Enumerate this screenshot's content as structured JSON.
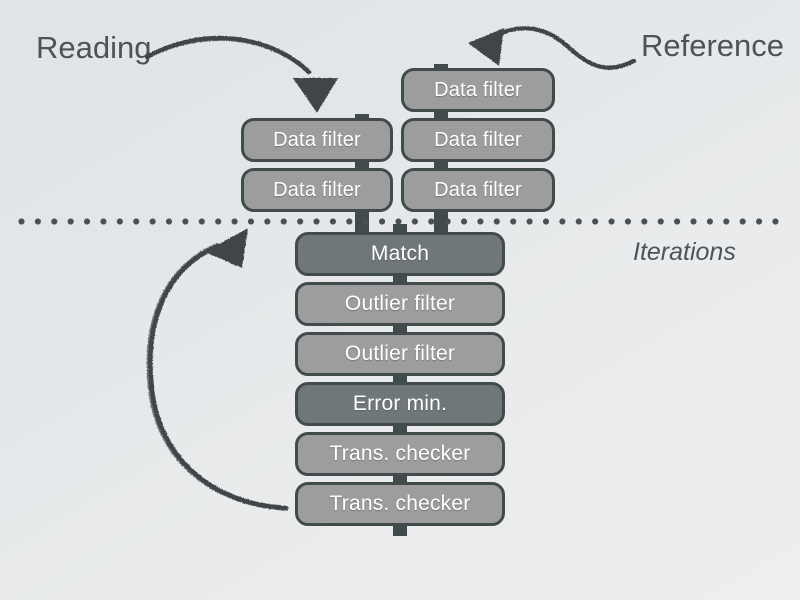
{
  "slide": {
    "background_top": "#dfe4e8",
    "background_bottom": "#edeeef",
    "separator_color": "#4a5154",
    "ink_color": "#3f4547",
    "box_border": "#414b4b",
    "box_fill_light": "#9d9d9d",
    "box_fill_dark": "#6f7778",
    "box_text_color": "#ffffff"
  },
  "labels": {
    "reading": "Reading",
    "reference": "Reference",
    "iterations": "Iterations"
  },
  "columns": {
    "reading": {
      "title": "Reading",
      "stages": [
        {
          "label": "Data filter",
          "tone": "light"
        },
        {
          "label": "Data filter",
          "tone": "light"
        }
      ]
    },
    "reference": {
      "title": "Reference",
      "stages": [
        {
          "label": "Data filter",
          "tone": "light"
        },
        {
          "label": "Data filter",
          "tone": "light"
        },
        {
          "label": "Data filter",
          "tone": "light"
        }
      ]
    },
    "iterations": {
      "title": "Iterations",
      "stages": [
        {
          "label": "Match",
          "tone": "dark"
        },
        {
          "label": "Outlier filter",
          "tone": "light"
        },
        {
          "label": "Outlier filter",
          "tone": "light"
        },
        {
          "label": "Error min.",
          "tone": "dark"
        },
        {
          "label": "Trans. checker",
          "tone": "light"
        },
        {
          "label": "Trans. checker",
          "tone": "light"
        }
      ]
    }
  },
  "arrows": [
    {
      "name": "reading-arrow",
      "from": "Reading",
      "to": "reading data filter stack",
      "direction": "down"
    },
    {
      "name": "reference-arrow",
      "from": "Reference",
      "to": "reference data filter stack",
      "direction": "down-left"
    },
    {
      "name": "feedback-loop",
      "from": "Trans. checker",
      "to": "Match",
      "direction": "up-right"
    }
  ]
}
